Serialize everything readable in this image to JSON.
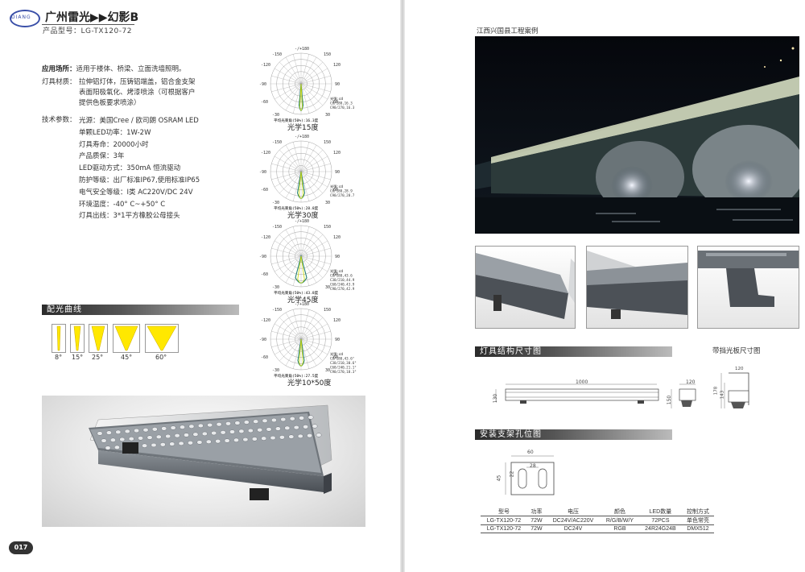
{
  "header": {
    "logo_text": "DIANG",
    "title": "广州雷光▶▶幻影B",
    "model": "产品型号：LG-TX120-72"
  },
  "specs": {
    "application_label": "应用场所：",
    "application": "适用于楼体、桥梁、立面洗墙照明。",
    "material_label": "灯具材质：",
    "material_lines": [
      "拉伸铝灯体，压铸铝端盖，铝合金支架",
      "表面阳极氧化、烤漆喷涂（可根据客户",
      "提供色板要求喷涂）"
    ],
    "tech_label": "技术参数：",
    "tech_lines": [
      "光源：美国Cree / 欧司朗 OSRAM  LED",
      "单颗LED功率：1W-2W",
      "灯具寿命：20000小时",
      "产品质保：3年",
      "LED驱动方式：350mA 恒流驱动",
      "防护等级：出厂标准IP67,使用标准IP65",
      "电气安全等级：I类  AC220V/DC 24V",
      "环境温度：-40° C~+50° C",
      "灯具出线：3*1平方橡胶公母接头"
    ]
  },
  "sections": {
    "light_curve": "配光曲线",
    "case_title": "江西兴国县工程案例",
    "structure": "灯具结构尺寸图",
    "shield_size": "带挡光板尺寸图",
    "bracket": "安装支架孔位图"
  },
  "polar_charts": [
    {
      "caption": "光学15度",
      "beam": "平均光束角(50%):16.3度",
      "legend": [
        "光强:cd",
        "C0/180,16.3",
        "C90/270,16.3"
      ]
    },
    {
      "caption": "光学30度",
      "beam": "平均光束角(50%):28.8度",
      "legend": [
        "光强:cd",
        "C0/180,28.9",
        "C90/270,28.7"
      ]
    },
    {
      "caption": "光学45度",
      "beam": "平均光束角(50%):43.8度",
      "legend": [
        "光强:cd",
        "C0/180,43.6",
        "C30/210,44.9",
        "C60/240,43.9",
        "C90/270,42.9"
      ]
    },
    {
      "caption": "光学10*50度",
      "beam": "平均光束角(50%):27.5度",
      "legend": [
        "光强:cd",
        "C0/180,43.6°",
        "C30/210,30.6°",
        "C60/240,21.1°",
        "C90/270,18.3°"
      ]
    }
  ],
  "polar_ticks": {
    "top": "-/+180",
    "labels": [
      "-150",
      "150",
      "-120",
      "120",
      "-90",
      "90",
      "-60",
      "60",
      "-30",
      "30"
    ]
  },
  "beam_angles": [
    "8°",
    "15°",
    "25°",
    "45°",
    "60°"
  ],
  "dimensions": {
    "length": "1000",
    "height": "130",
    "width": "120",
    "side_h": "150",
    "shield_w": "120",
    "shield_h1": "178",
    "shield_h2": "143",
    "bracket_w": "60",
    "bracket_inner": "28",
    "bracket_h": "45",
    "bracket_small": "22"
  },
  "table": {
    "headers": [
      "型号",
      "功率",
      "电压",
      "颜色",
      "LED数量",
      "控制方式"
    ],
    "rows": [
      [
        "LG-TX120-72",
        "72W",
        "DC24V/AC220V",
        "R/G/B/W/Y",
        "72PCS",
        "单色常亮"
      ],
      [
        "LG-TX120-72",
        "72W",
        "DC24V",
        "RGB",
        "24R24G24B",
        "DMX512"
      ]
    ]
  },
  "page_number": "017",
  "colors": {
    "accent": "#3a4fa8",
    "bar_dark": "#2b2b2b",
    "beam_yellow": "#ffe800"
  }
}
